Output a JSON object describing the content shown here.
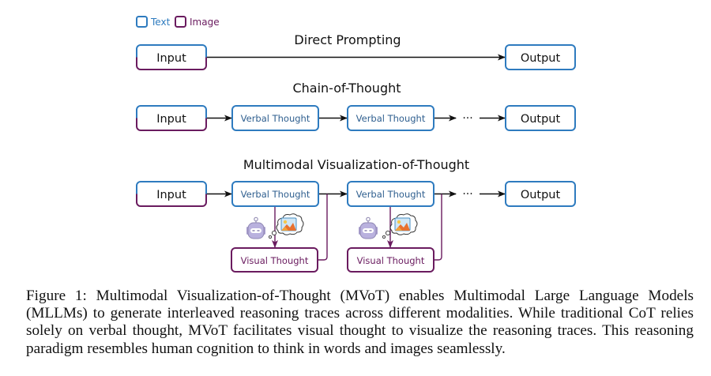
{
  "legend": {
    "items": [
      {
        "label": "Text",
        "color": "#2e7bbf"
      },
      {
        "label": "Image",
        "color": "#6a1b5f"
      }
    ]
  },
  "colors": {
    "text_modality": "#2e7bbf",
    "image_modality": "#6a1b5f",
    "arrow": "#111111",
    "verbal_text": "#2f5f8f",
    "visual_text": "#6a1b5f"
  },
  "sections": {
    "direct_prompting": {
      "title": "Direct Prompting",
      "input": "Input",
      "output": "Output"
    },
    "chain_of_thought": {
      "title": "Chain-of-Thought",
      "input": "Input",
      "steps": [
        "Verbal Thought",
        "Verbal Thought"
      ],
      "ellipsis": "···",
      "output": "Output"
    },
    "mvot": {
      "title": "Multimodal Visualization-of-Thought",
      "input": "Input",
      "verbal_steps": [
        "Verbal Thought",
        "Verbal Thought"
      ],
      "visual_steps": [
        "Visual Thought",
        "Visual Thought"
      ],
      "ellipsis": "···",
      "output": "Output",
      "icons": [
        "robot-icon",
        "thought-bubble-image-icon"
      ]
    }
  },
  "caption": {
    "lines": [
      "Figure 1: Multimodal Visualization-of-Thought (MVoT) enables Multimodal Large Language Models",
      "(MLLMs) to generate interleaved reasoning traces across different modalities. While traditional CoT relies",
      "solely on verbal thought, MVoT facilitates visual thought to visualize the reasoning traces. This reasoning",
      "paradigm resembles human cognition to think in words and images seamlessly."
    ]
  }
}
